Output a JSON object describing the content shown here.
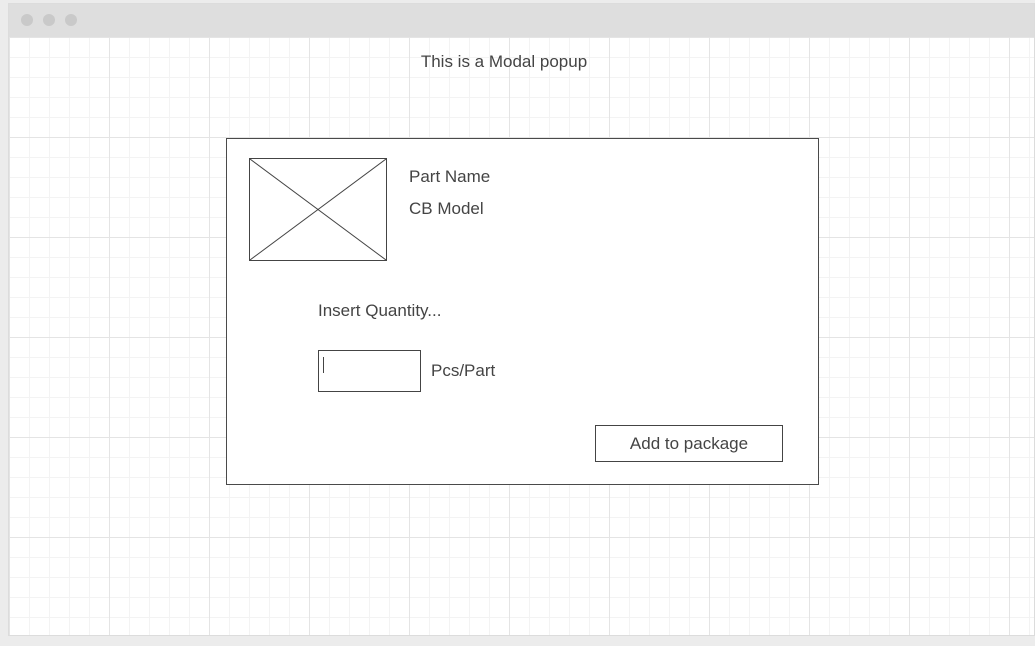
{
  "page": {
    "title": "This is a Modal popup"
  },
  "modal": {
    "part_name": "Part Name",
    "cb_model": "CB Model",
    "quantity_label": "Insert Quantity...",
    "quantity_value": "",
    "unit_label": "Pcs/Part",
    "add_button_label": "Add to package"
  },
  "colors": {
    "text": "#444444",
    "border": "#444444",
    "titlebar": "#dedede"
  },
  "icons": {
    "window_controls": [
      "window-close-dot-icon",
      "window-minimize-dot-icon",
      "window-maximize-dot-icon"
    ],
    "image_placeholder": "image-placeholder-icon"
  }
}
